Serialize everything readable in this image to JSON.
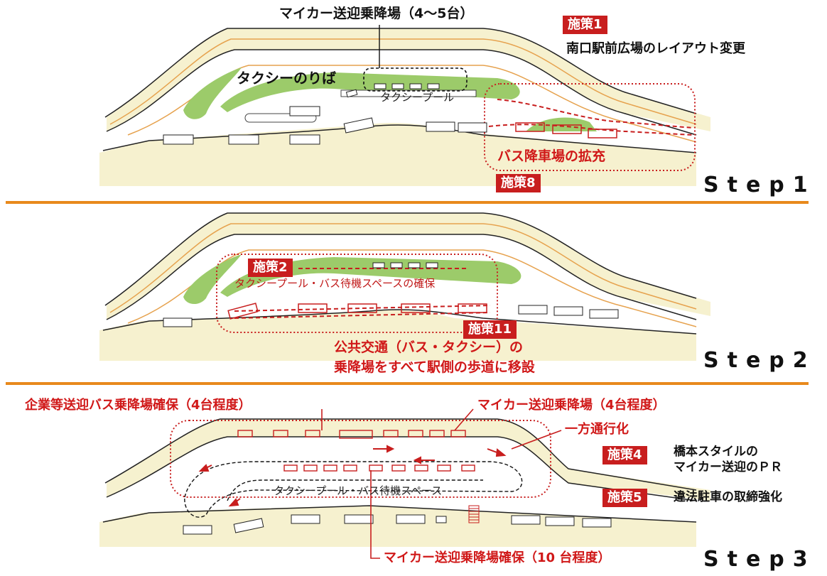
{
  "panels": [
    {
      "step_label": "Step1",
      "top_caption": "マイカー送迎乗降場（4～5台）",
      "badge": "施策1",
      "badge_desc": "南口駅前広場のレイアウト変更",
      "taxi_stand": "タクシーのりば",
      "taxi_pool": "タクシープール",
      "bus_expansion": "バス降車場の拡充",
      "badge2": "施策8"
    },
    {
      "step_label": "Step2",
      "badge": "施策2",
      "area_label": "タクシープール・バス待機スペースの確保",
      "badge2": "施策11",
      "desc_line1": "公共交通（バス・タクシー）の",
      "desc_line2": "乗降場をすべて駅側の歩道に移設"
    },
    {
      "step_label": "Step3",
      "corporate_bus": "企業等送迎バス乗降場確保（4台程度）",
      "car_dropoff_top": "マイカー送迎乗降場（4台程度）",
      "one_way": "一方通行化",
      "badge4": "施策4",
      "badge4_desc_line1": "橋本スタイルの",
      "badge4_desc_line2": "マイカー送迎のＰＲ",
      "badge5": "施策5",
      "badge5_desc": "違法駐車の取締強化",
      "pool_label": "タクシープール・バス待機スペース",
      "car_dropoff_bottom": "マイカー送迎乗降場確保（10 台程度）"
    }
  ],
  "colors": {
    "ground": "#f6f1cf",
    "green": "#9ccb6a",
    "road_line": "#222222",
    "orange_line": "#e6a24e",
    "accent_red": "#d01818",
    "separator": "#e8891c"
  }
}
